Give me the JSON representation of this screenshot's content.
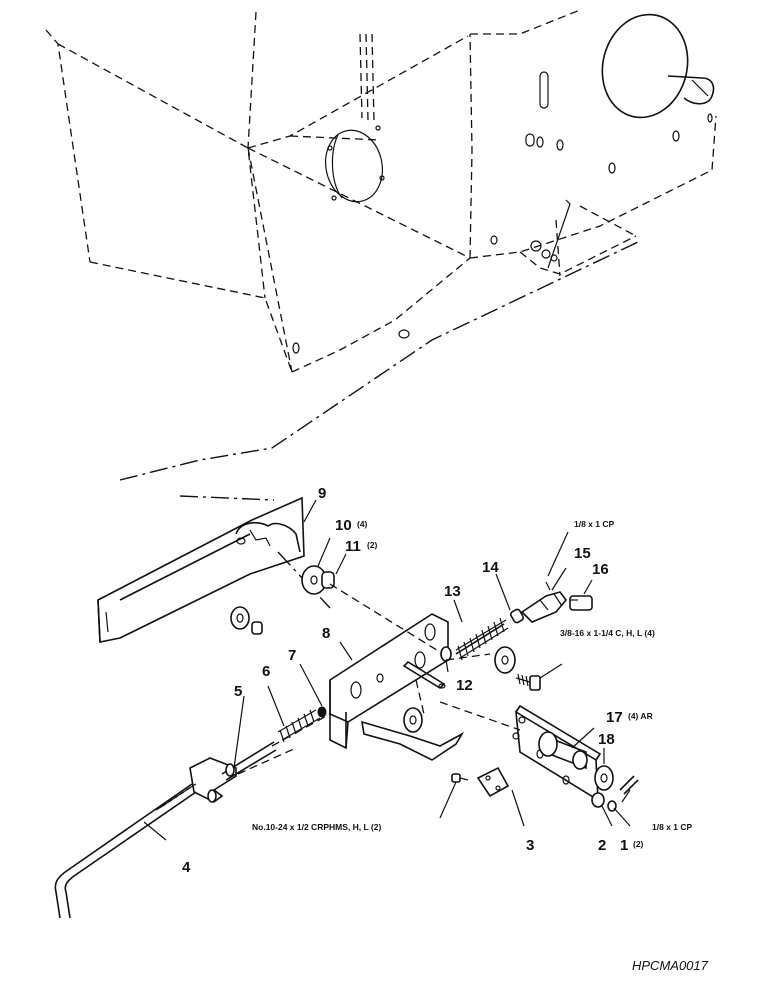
{
  "callouts": {
    "c1": "1",
    "c1_qty": "(2)",
    "c2": "2",
    "c3": "3",
    "c4": "4",
    "c5": "5",
    "c6": "6",
    "c7": "7",
    "c8": "8",
    "c9": "9",
    "c10": "10",
    "c10_qty": "(4)",
    "c11": "11",
    "c11_qty": "(2)",
    "c12": "12",
    "c13": "13",
    "c14": "14",
    "c15": "15",
    "c16": "16",
    "c17": "17",
    "c17_qty": "(4) AR",
    "c18": "18"
  },
  "notes": {
    "cotter_pin_top": "1/8 x 1 CP",
    "cotter_pin_right": "1/8 x 1 CP",
    "bolt_spec": "3/8-16 x 1-1/4 C, H, L (4)",
    "screw_spec": "No.10-24 x 1/2 CRPHMS, H, L (2)"
  },
  "figure_id": "HPCMA0017"
}
